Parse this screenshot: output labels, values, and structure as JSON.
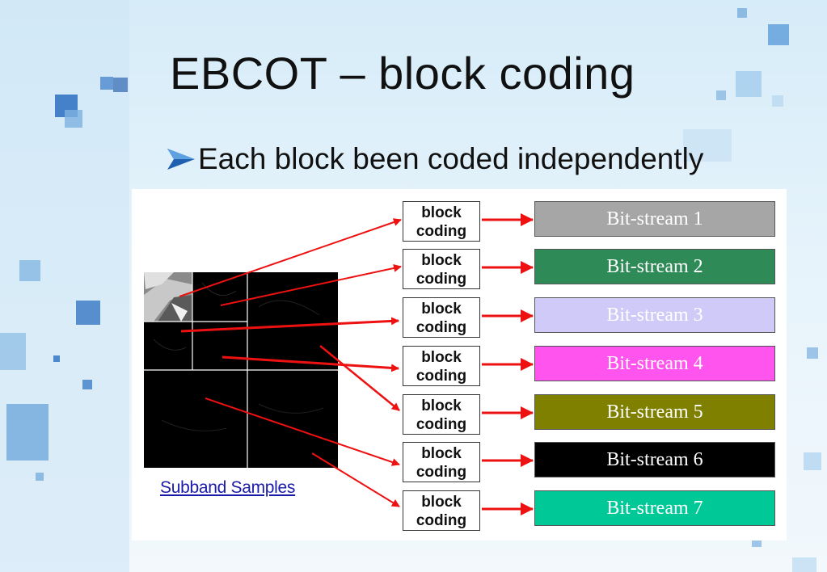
{
  "slide": {
    "title": "EBCOT – block coding",
    "bullet": "Each block been coded independently"
  },
  "figure": {
    "caption_link": "Subband Samples",
    "coder_label_line1": "block",
    "coder_label_line2": "coding",
    "bitstreams": [
      {
        "label": "Bit-stream 1",
        "bg": "#a6a6a6",
        "fg": "#ffffff"
      },
      {
        "label": "Bit-stream 2",
        "bg": "#2e8b57",
        "fg": "#ffffff"
      },
      {
        "label": "Bit-stream 3",
        "bg": "#cfcaf7",
        "fg": "#ffffff"
      },
      {
        "label": "Bit-stream 4",
        "bg": "#ff55ee",
        "fg": "#ffffff"
      },
      {
        "label": "Bit-stream 5",
        "bg": "#808000",
        "fg": "#ffffff"
      },
      {
        "label": "Bit-stream 6",
        "bg": "#000000",
        "fg": "#ffffff"
      },
      {
        "label": "Bit-stream 7",
        "bg": "#00c896",
        "fg": "#ffffff"
      }
    ],
    "arrow_color": "#ee1111"
  }
}
